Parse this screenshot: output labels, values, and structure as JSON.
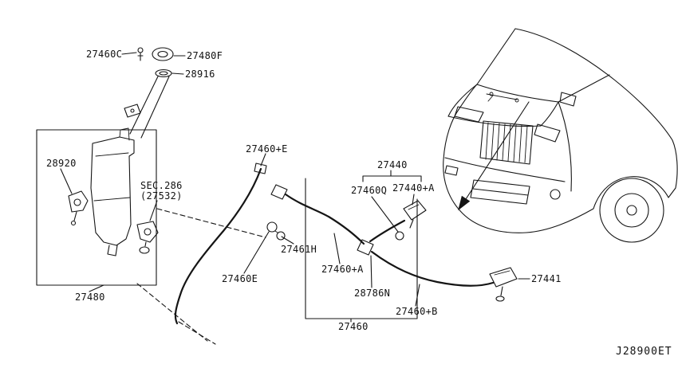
{
  "diagram": {
    "code": "J28900ET",
    "colors": {
      "line": "#151515",
      "background": "#ffffff"
    },
    "labels": {
      "27460C": "27460C",
      "27480F": "27480F",
      "28916": "28916",
      "28920": "28920",
      "sec_ref": "SEC.286",
      "sec_ref_sub": "(27532)",
      "27480": "27480",
      "27460+E": "27460+E",
      "27440": "27440",
      "27460Q": "27460Q",
      "27440+A": "27440+A",
      "27461H": "27461H",
      "27460E": "27460E",
      "27460+A": "27460+A",
      "28786N": "28786N",
      "27460+B": "27460+B",
      "27460": "27460",
      "27441": "27441"
    }
  }
}
